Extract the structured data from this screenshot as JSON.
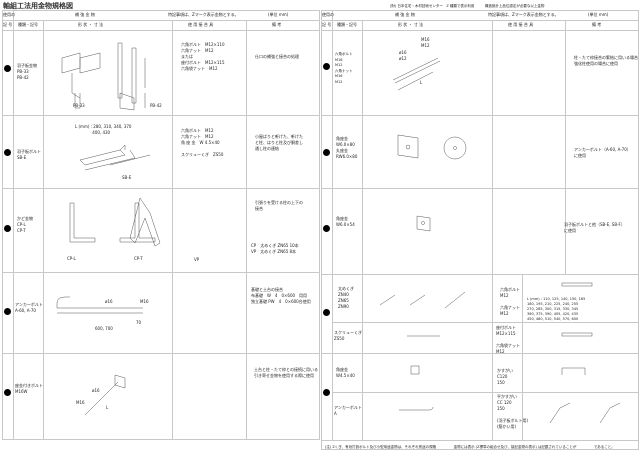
{
  "title": "軸組工法用金物規格図",
  "top_note": "(財) 日本住宅・木材技術センター　Z 種類で表示利用　　　構造設計上品位認定が必要な以上金物",
  "header": {
    "usage": "使用の",
    "mark": "記 号",
    "kind": "種類・記号",
    "section": "補 強 金 物",
    "shape": "形 状 ・ 寸 法",
    "fasteners": "使 用 接 合 具",
    "remarks": "備 考",
    "note": "特記事項は、Zマーク表示金物とする。",
    "unit": "(単位 mm)"
  },
  "left_rows": [
    {
      "name": "羽子板金物\nPB-33\nPB-42",
      "fasteners": "六角ボルト　M12×110\n六角ナット　M12\nまたは\n座付ボルト　M12×115\n六角袋ナット　M12",
      "remarks": "仕口の補強と接合の処理",
      "labels": [
        "PB-33",
        "PB-42"
      ]
    },
    {
      "name": "羽子板ボルト\nSB-E",
      "dims": "L (mm) : 280, 310, 340, 370\n　　　　 400, 430",
      "fasteners": "六角ボルト　M12\n六角ナット　M12\n角 座 金　W 4.5×40\n\nスクリューくぎ　ZS50",
      "remarks": "小屋ばりと軒げた、軒げた\nと柱、はりと柱及び胴差し\n通し柱の連結",
      "labels": [
        "SB-E"
      ]
    },
    {
      "name": "かど金物\nCP-L\nCP-T",
      "remarks": "引張りを受ける柱の上下の\n接合",
      "remarks2": "CP　太めくぎ ZN65 10本\nVP　太めくぎ ZN65 8本",
      "labels": [
        "CP-L",
        "CP-T",
        "VP"
      ]
    },
    {
      "name": "アンカーボルト\nA-60, A-70",
      "remarks": "基礎と土台の接合\n布基礎　W　4　0×600　用用\n独立基礎 PW　4　0×600台使用",
      "labels": [
        "ø16",
        "M16",
        "600, 700",
        "70"
      ]
    },
    {
      "name": "座金付きボルト\nM16W",
      "remarks": "土台と柱・たて枠との接続に用いる\n引き寄せ金物を使用する際に使用",
      "labels": [
        "ø16",
        "M16",
        "L"
      ]
    }
  ],
  "right_rows": [
    {
      "name": "六角ボルト\nM16\nM12\n六角ナット\nM16\nM12",
      "remarks": "柱・たて枠接合の緊結に用いる場合\n強化柱使用の場合に使用",
      "labels": [
        "M16",
        "M12",
        "ø16",
        "ø12",
        "L"
      ]
    },
    {
      "name": "角座金\nW6.0×80\n丸座金\nRW6.0×80",
      "remarks": "アンカーボルト（A-60, A-70）\nに使用"
    },
    {
      "name": "角座金\nW6.0×54",
      "remarks": "羽子板ボルトと他（SB-E, SB-F）\nに使用"
    },
    {
      "name": "太めくぎ\nZN40\nZN65\nZN90",
      "fasteners": "六角ボルト\nM12\n\n六角ナット\nM12",
      "dims": "L (mm) : 110, 125, 140, 150, 165\n180, 195, 210, 225, 240, 255\n270, 285, 300, 315, 330, 345\n360, 375, 390, 405, 420, 435\n450, 480, 510, 540, 570, 600"
    },
    {
      "name": "スクリューくぎ\nZS50",
      "fasteners": "座付ボルト\nM12×115\n\n六角袋ナット\nM12"
    },
    {
      "name": "角座金\nW4.5×40",
      "fasteners": "かすがい\nC120\n150"
    },
    {
      "name": "アンカーボルト\nA",
      "fasteners": "平かすがい\nCC 120\n150\n\n(羽子板ボルト用)\n(筋かい用)"
    }
  ],
  "footer": "(注) Zくぎ、有効打設ボルト及び小型用途金物は、それぞれ別途の規格　　　　　金物には表示 (Z標準の組合せ及び、接記金物の表示) は記載されていることが　　　　　であること。"
}
